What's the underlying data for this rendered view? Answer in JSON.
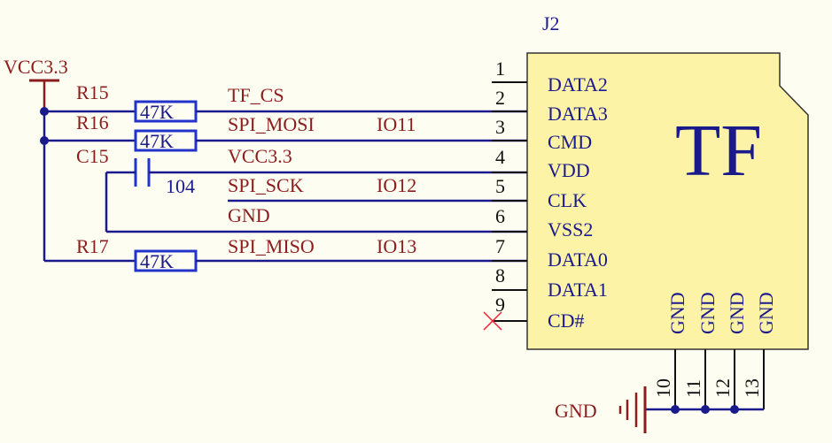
{
  "power": {
    "vcc_label": "VCC3.3",
    "gnd_label": "GND"
  },
  "connector": {
    "designator": "J2",
    "body_text": "TF",
    "left_pins": [
      {
        "num": "1",
        "name": "DATA2"
      },
      {
        "num": "2",
        "name": "DATA3"
      },
      {
        "num": "3",
        "name": "CMD"
      },
      {
        "num": "4",
        "name": "VDD"
      },
      {
        "num": "5",
        "name": "CLK"
      },
      {
        "num": "6",
        "name": "VSS2"
      },
      {
        "num": "7",
        "name": "DATA0"
      },
      {
        "num": "8",
        "name": "DATA1"
      },
      {
        "num": "9",
        "name": "CD#"
      }
    ],
    "bottom_pins": [
      {
        "num": "10",
        "name": "GND"
      },
      {
        "num": "11",
        "name": "GND"
      },
      {
        "num": "12",
        "name": "GND"
      },
      {
        "num": "13",
        "name": "GND"
      }
    ]
  },
  "components": {
    "r15": {
      "ref": "R15",
      "value": "47K"
    },
    "r16": {
      "ref": "R16",
      "value": "47K"
    },
    "r17": {
      "ref": "R17",
      "value": "47K"
    },
    "c15": {
      "ref": "C15",
      "value": "104"
    }
  },
  "nets": {
    "tf_cs": "TF_CS",
    "spi_mosi": "SPI_MOSI",
    "vcc": "VCC3.3",
    "spi_sck": "SPI_SCK",
    "gnd": "GND",
    "spi_miso": "SPI_MISO",
    "io11": "IO11",
    "io12": "IO12",
    "io13": "IO13"
  },
  "colors": {
    "wire": "#1a1a8c",
    "net_label": "#8b1d1d",
    "connector_fill": "#fdf3a6",
    "background": "#fefdf1"
  }
}
